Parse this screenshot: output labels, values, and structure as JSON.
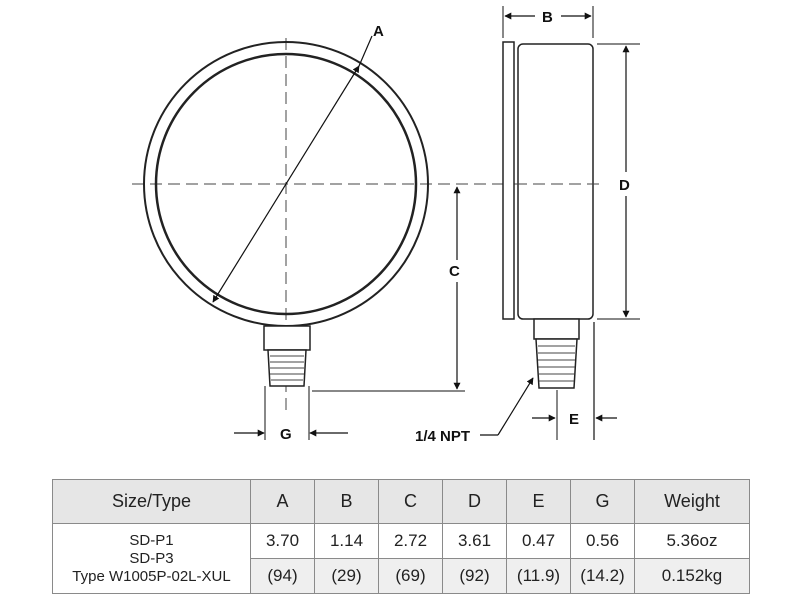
{
  "diagram": {
    "labels": {
      "a": "A",
      "b": "B",
      "c": "C",
      "d": "D",
      "e": "E",
      "g": "G",
      "thread": "1/4 NPT"
    }
  },
  "table": {
    "headers": [
      "Size/Type",
      "A",
      "B",
      "C",
      "D",
      "E",
      "G",
      "Weight"
    ],
    "type_lines": [
      "SD-P1",
      "SD-P3",
      "Type W1005P-02L-XUL"
    ],
    "imperial": [
      "3.70",
      "1.14",
      "2.72",
      "3.61",
      "0.47",
      "0.56",
      "5.36oz"
    ],
    "metric": [
      "(94)",
      "(29)",
      "(69)",
      "(92)",
      "(11.9)",
      "(14.2)",
      "0.152kg"
    ]
  }
}
